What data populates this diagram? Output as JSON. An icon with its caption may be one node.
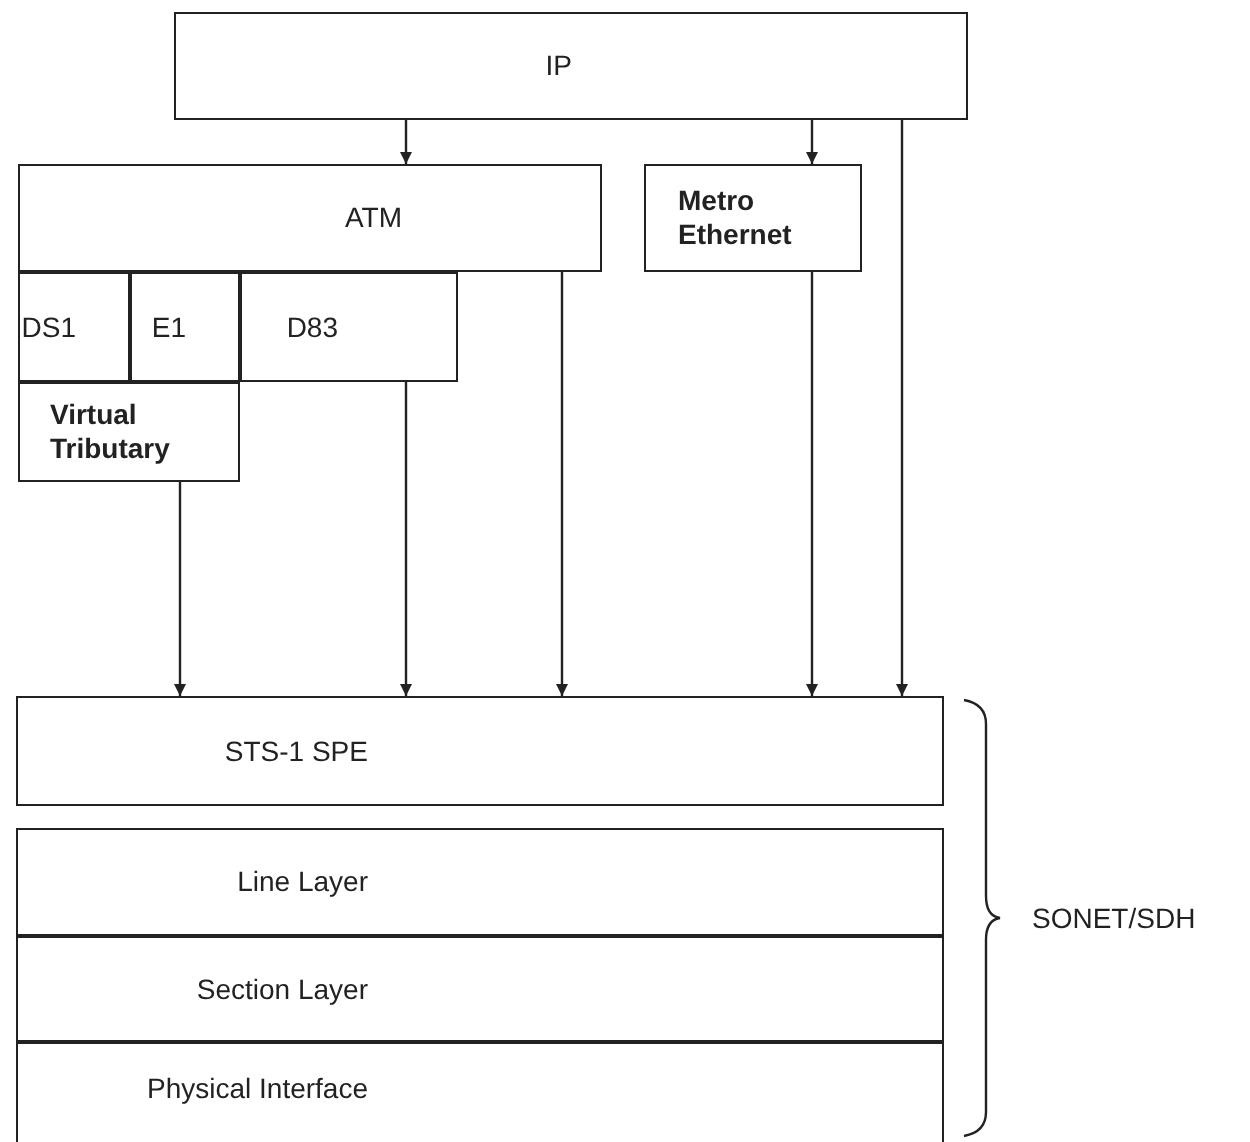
{
  "diagram": {
    "nodes": [
      {
        "text": [
          "IP"
        ]
      },
      {
        "text": [
          "ATM"
        ]
      },
      {
        "text": [
          "Metro Ethernet"
        ]
      },
      {
        "text": [
          "DS1"
        ]
      },
      {
        "text": [
          "E1"
        ]
      },
      {
        "text": [
          "D83"
        ]
      },
      {
        "text": [
          "Virtual Tributary"
        ]
      },
      {
        "text": [
          "STS-1 SPE"
        ]
      },
      {
        "text": [
          "Line Layer"
        ]
      },
      {
        "text": [
          "Section Layer"
        ]
      },
      {
        "text": [
          "Physical Interface"
        ]
      }
    ],
    "edges": [
      {
        "from": 0,
        "to": 1,
        "arrow": "to"
      },
      {
        "from": 0,
        "to": 2,
        "arrow": "to"
      },
      {
        "from": 0,
        "to": 7,
        "arrow": "to"
      },
      {
        "from": 6,
        "to": 7,
        "arrow": "to"
      },
      {
        "from": 5,
        "to": 7,
        "arrow": "to"
      },
      {
        "from": 1,
        "to": 7,
        "arrow": "to"
      },
      {
        "from": 2,
        "to": 7,
        "arrow": "to"
      }
    ],
    "labels": [
      "SONET/SDH"
    ]
  }
}
